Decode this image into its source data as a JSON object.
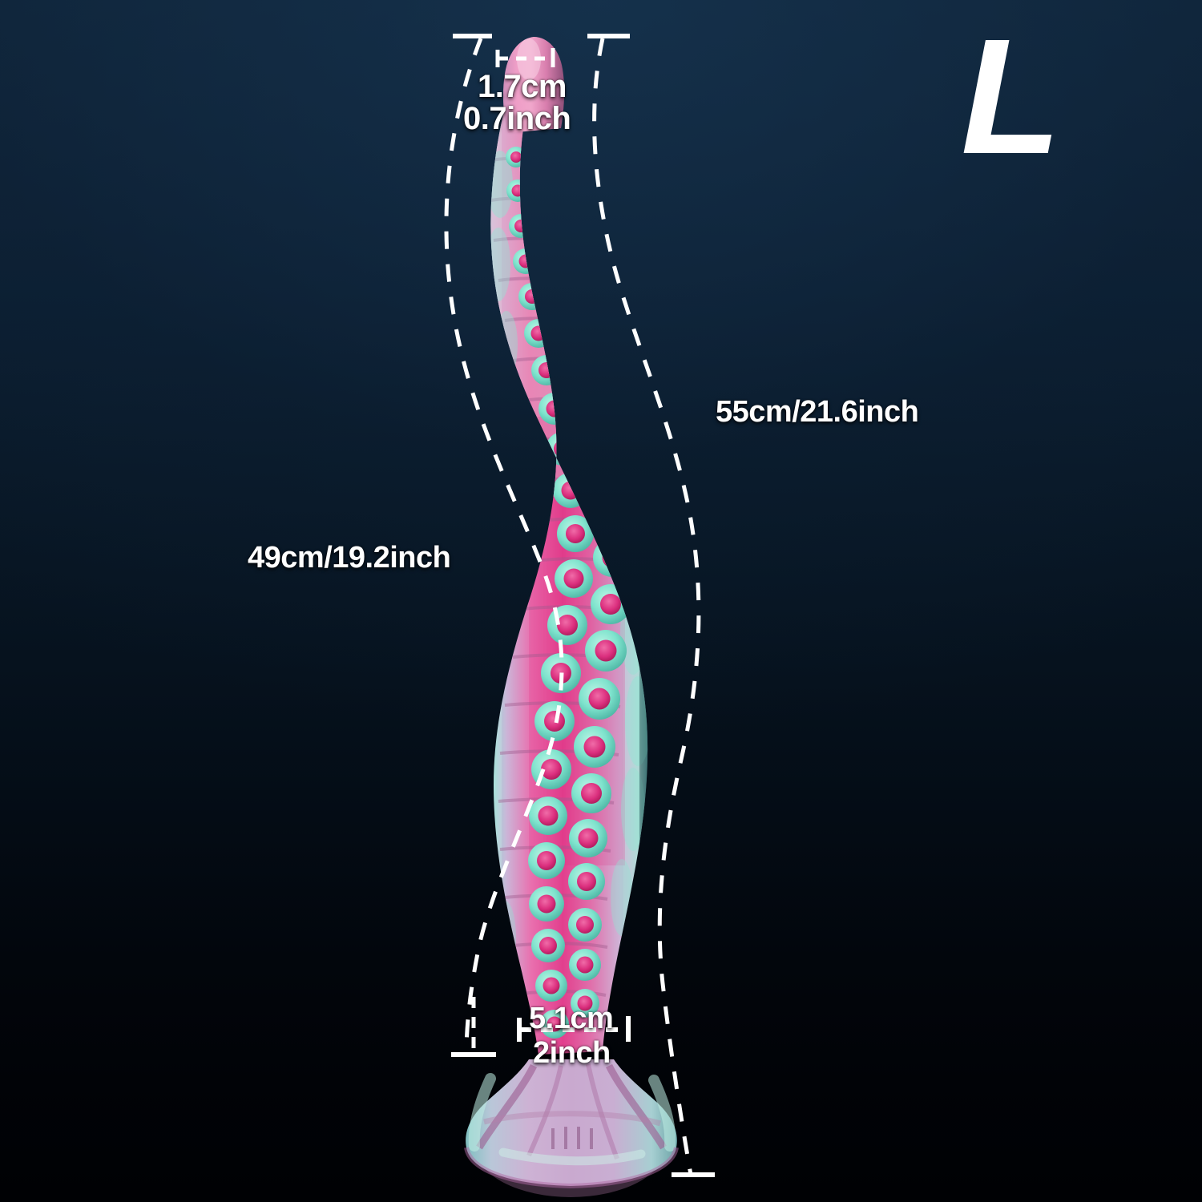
{
  "background": {
    "top_color": "#11273d",
    "mid_color": "#06121e",
    "bottom_color": "#000104"
  },
  "size_badge": {
    "label": "L"
  },
  "product": {
    "name": "tentacle-sculpture",
    "body_color": "#e85fa0",
    "body_light_color": "#d9aed0",
    "sucker_ring_color": "#7fe8d0",
    "sucker_inner_color": "#e0337f",
    "highlight_color": "#f2e3ef",
    "base_color": "#c9a7c8",
    "sucker_pairs": 26
  },
  "measurements": {
    "tip_width_cm": "1.7cm",
    "tip_width_inch": "0.7inch",
    "total_length": "55cm/21.6inch",
    "insertable_length": "49cm/19.2inch",
    "base_width_cm": "5.1cm",
    "base_width_inch": "2inch"
  },
  "guides": {
    "line_color": "#ffffff",
    "style": "dashed",
    "tick_style": "horizontal-cap"
  }
}
